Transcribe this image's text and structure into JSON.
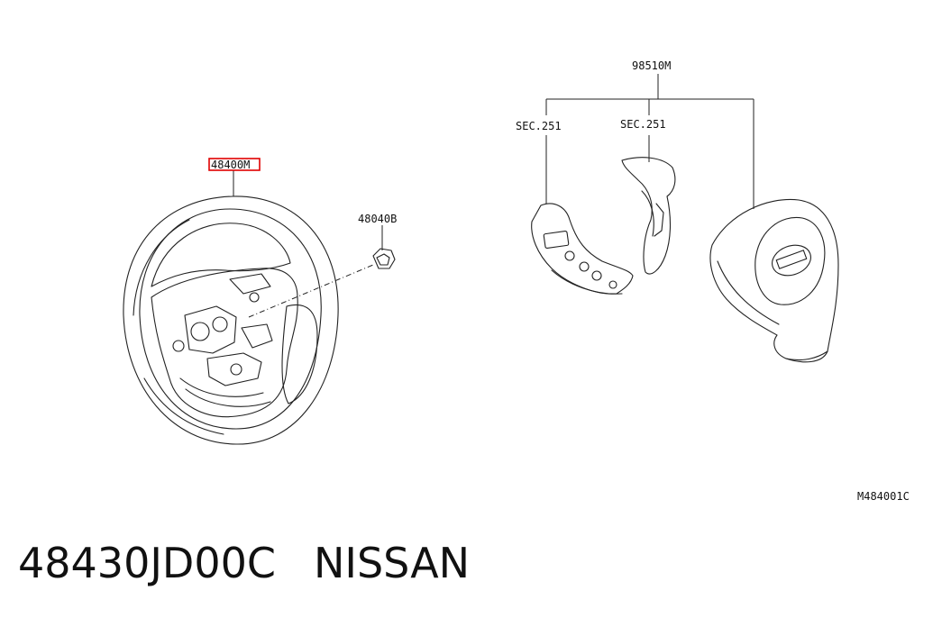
{
  "diagram": {
    "callouts": {
      "steering_wheel": "48400M",
      "nut": "48040B",
      "airbag_module": "98510M",
      "switch_left_ref": "SEC.251",
      "switch_right_ref": "SEC.251",
      "figure_code": "M484001C"
    },
    "highlight_color": "#e00000",
    "line_color": "#222222"
  },
  "caption": {
    "part_number": "48430JD00C",
    "brand": "NISSAN"
  }
}
